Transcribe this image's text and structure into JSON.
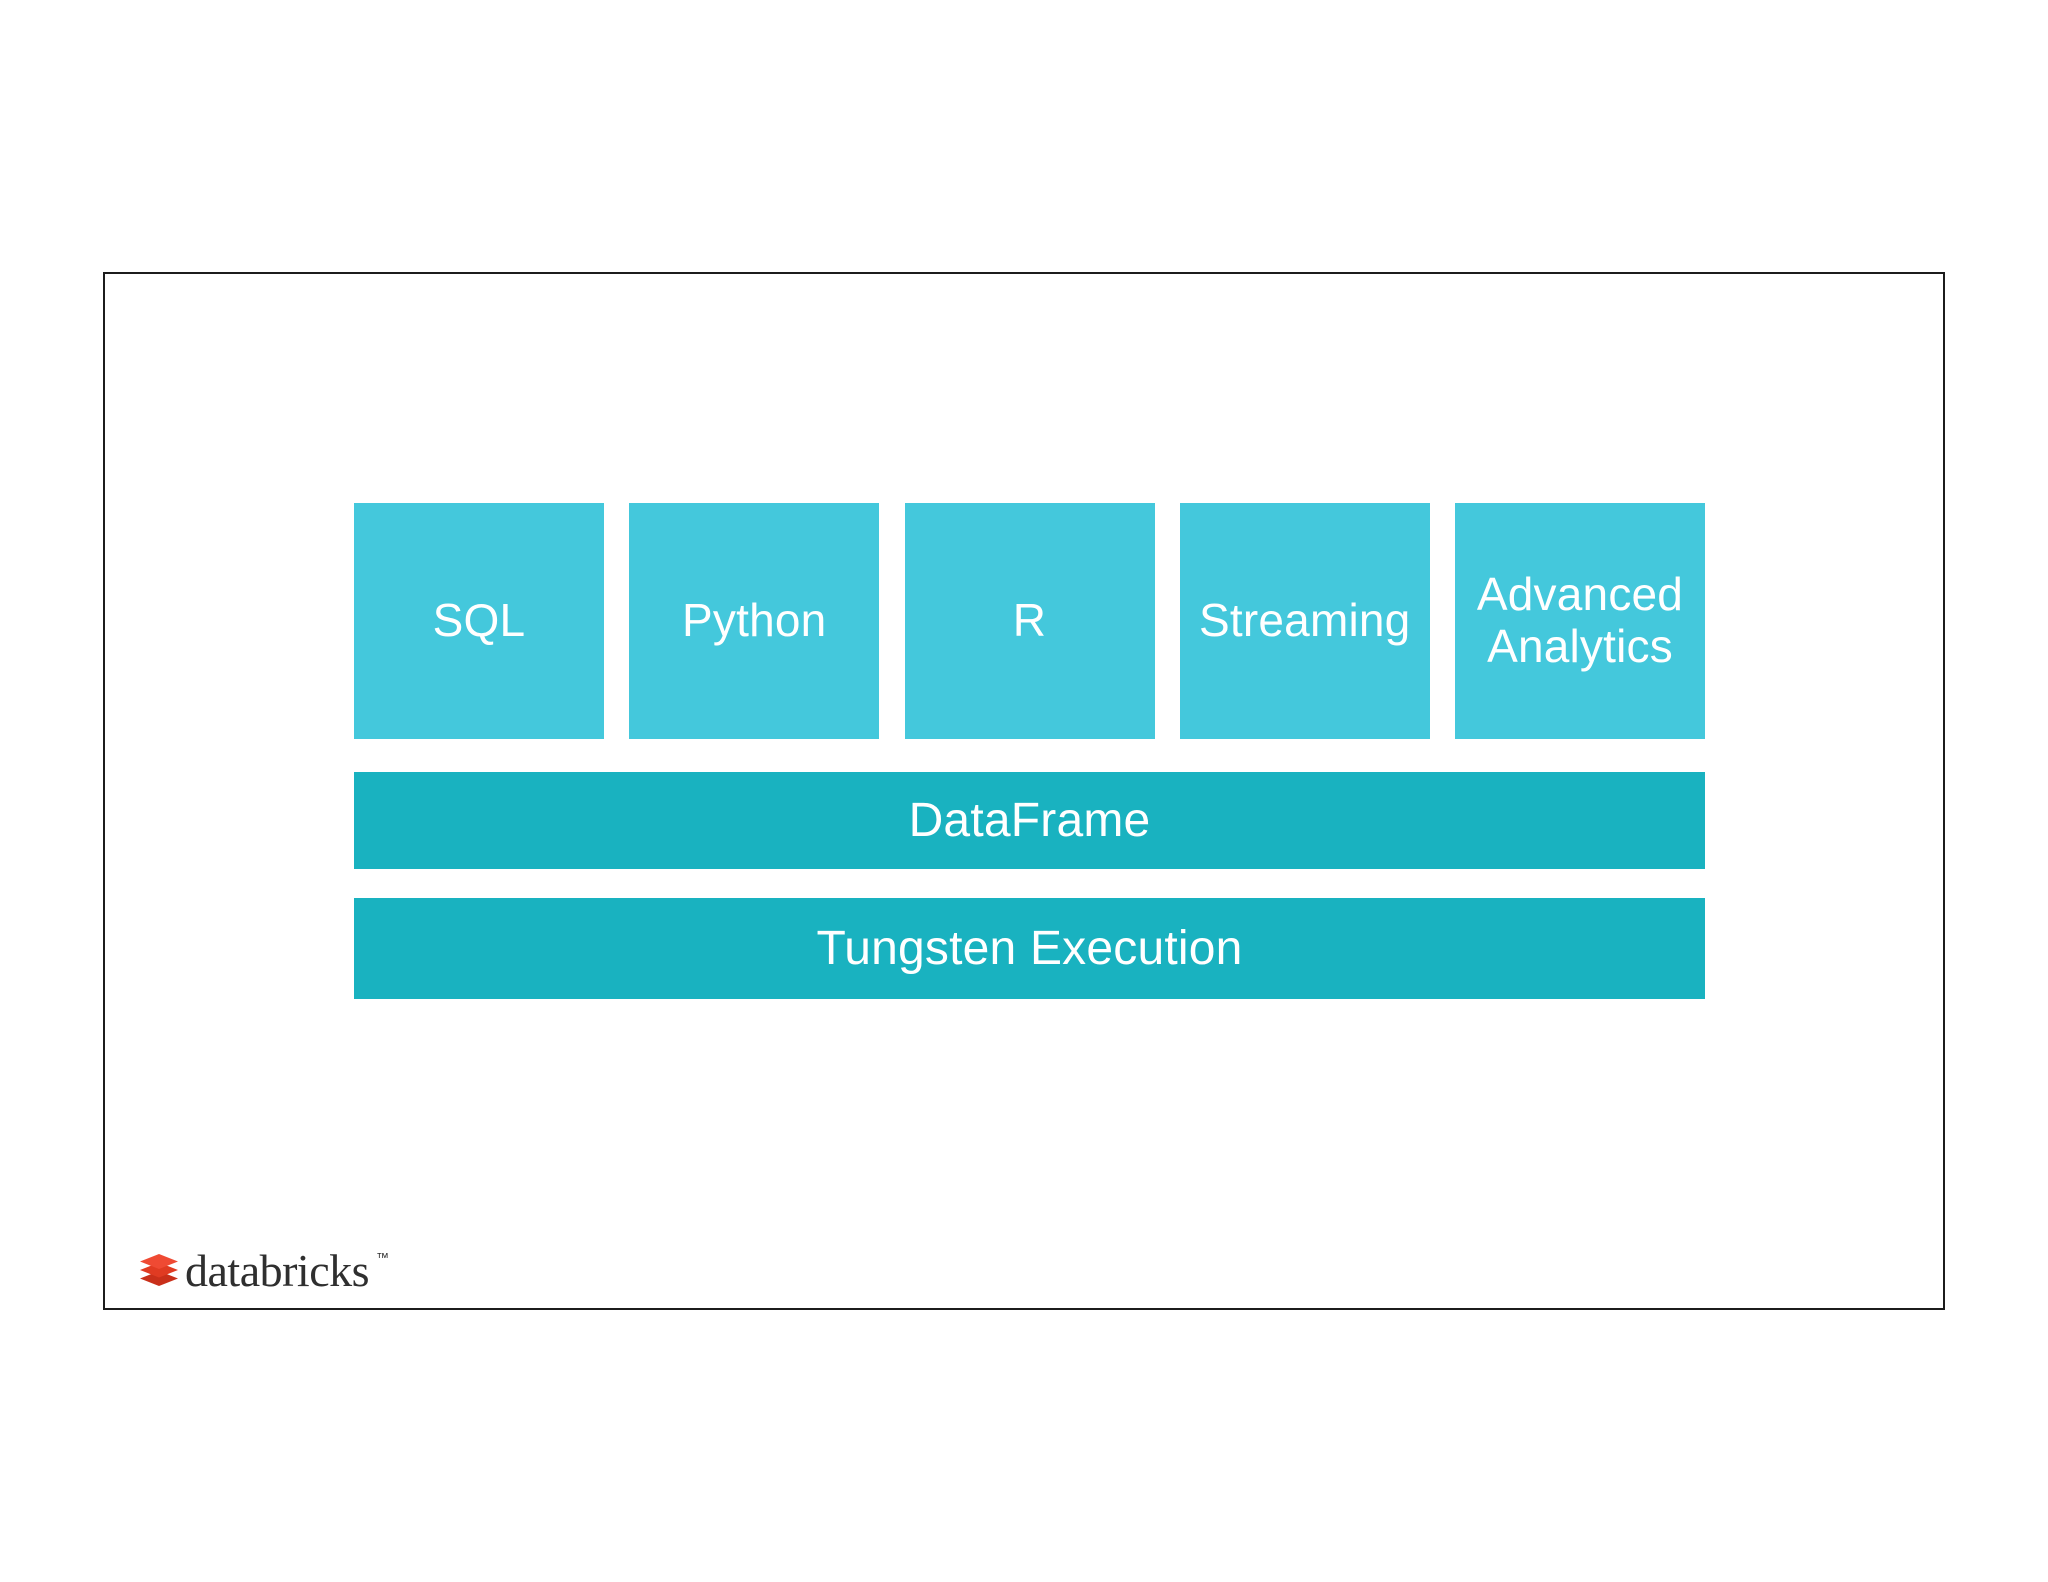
{
  "slide": {
    "border_color": "#1c1c1c",
    "background": "#ffffff"
  },
  "colors": {
    "api_box": "#44c8dc",
    "layer_bar": "#19b2c0",
    "label_text": "#ffffff",
    "brand_red_light": "#ef4a33",
    "brand_red_mid": "#e03b22",
    "brand_red_dark": "#c9301a",
    "brand_text": "#2f2f2f"
  },
  "diagram": {
    "api_boxes": [
      {
        "label": "SQL",
        "lines": [
          "SQL"
        ]
      },
      {
        "label": "Python",
        "lines": [
          "Python"
        ]
      },
      {
        "label": "R",
        "lines": [
          "R"
        ]
      },
      {
        "label": "Streaming",
        "lines": [
          "Streaming"
        ]
      },
      {
        "label": "Advanced Analytics",
        "lines": [
          "Advanced",
          "Analytics"
        ]
      }
    ],
    "layers": [
      {
        "label": "DataFrame"
      },
      {
        "label": "Tungsten Execution"
      }
    ]
  },
  "brand": {
    "name": "databricks",
    "trademark": "™",
    "mark_name": "databricks-stacked-bricks-logo"
  }
}
